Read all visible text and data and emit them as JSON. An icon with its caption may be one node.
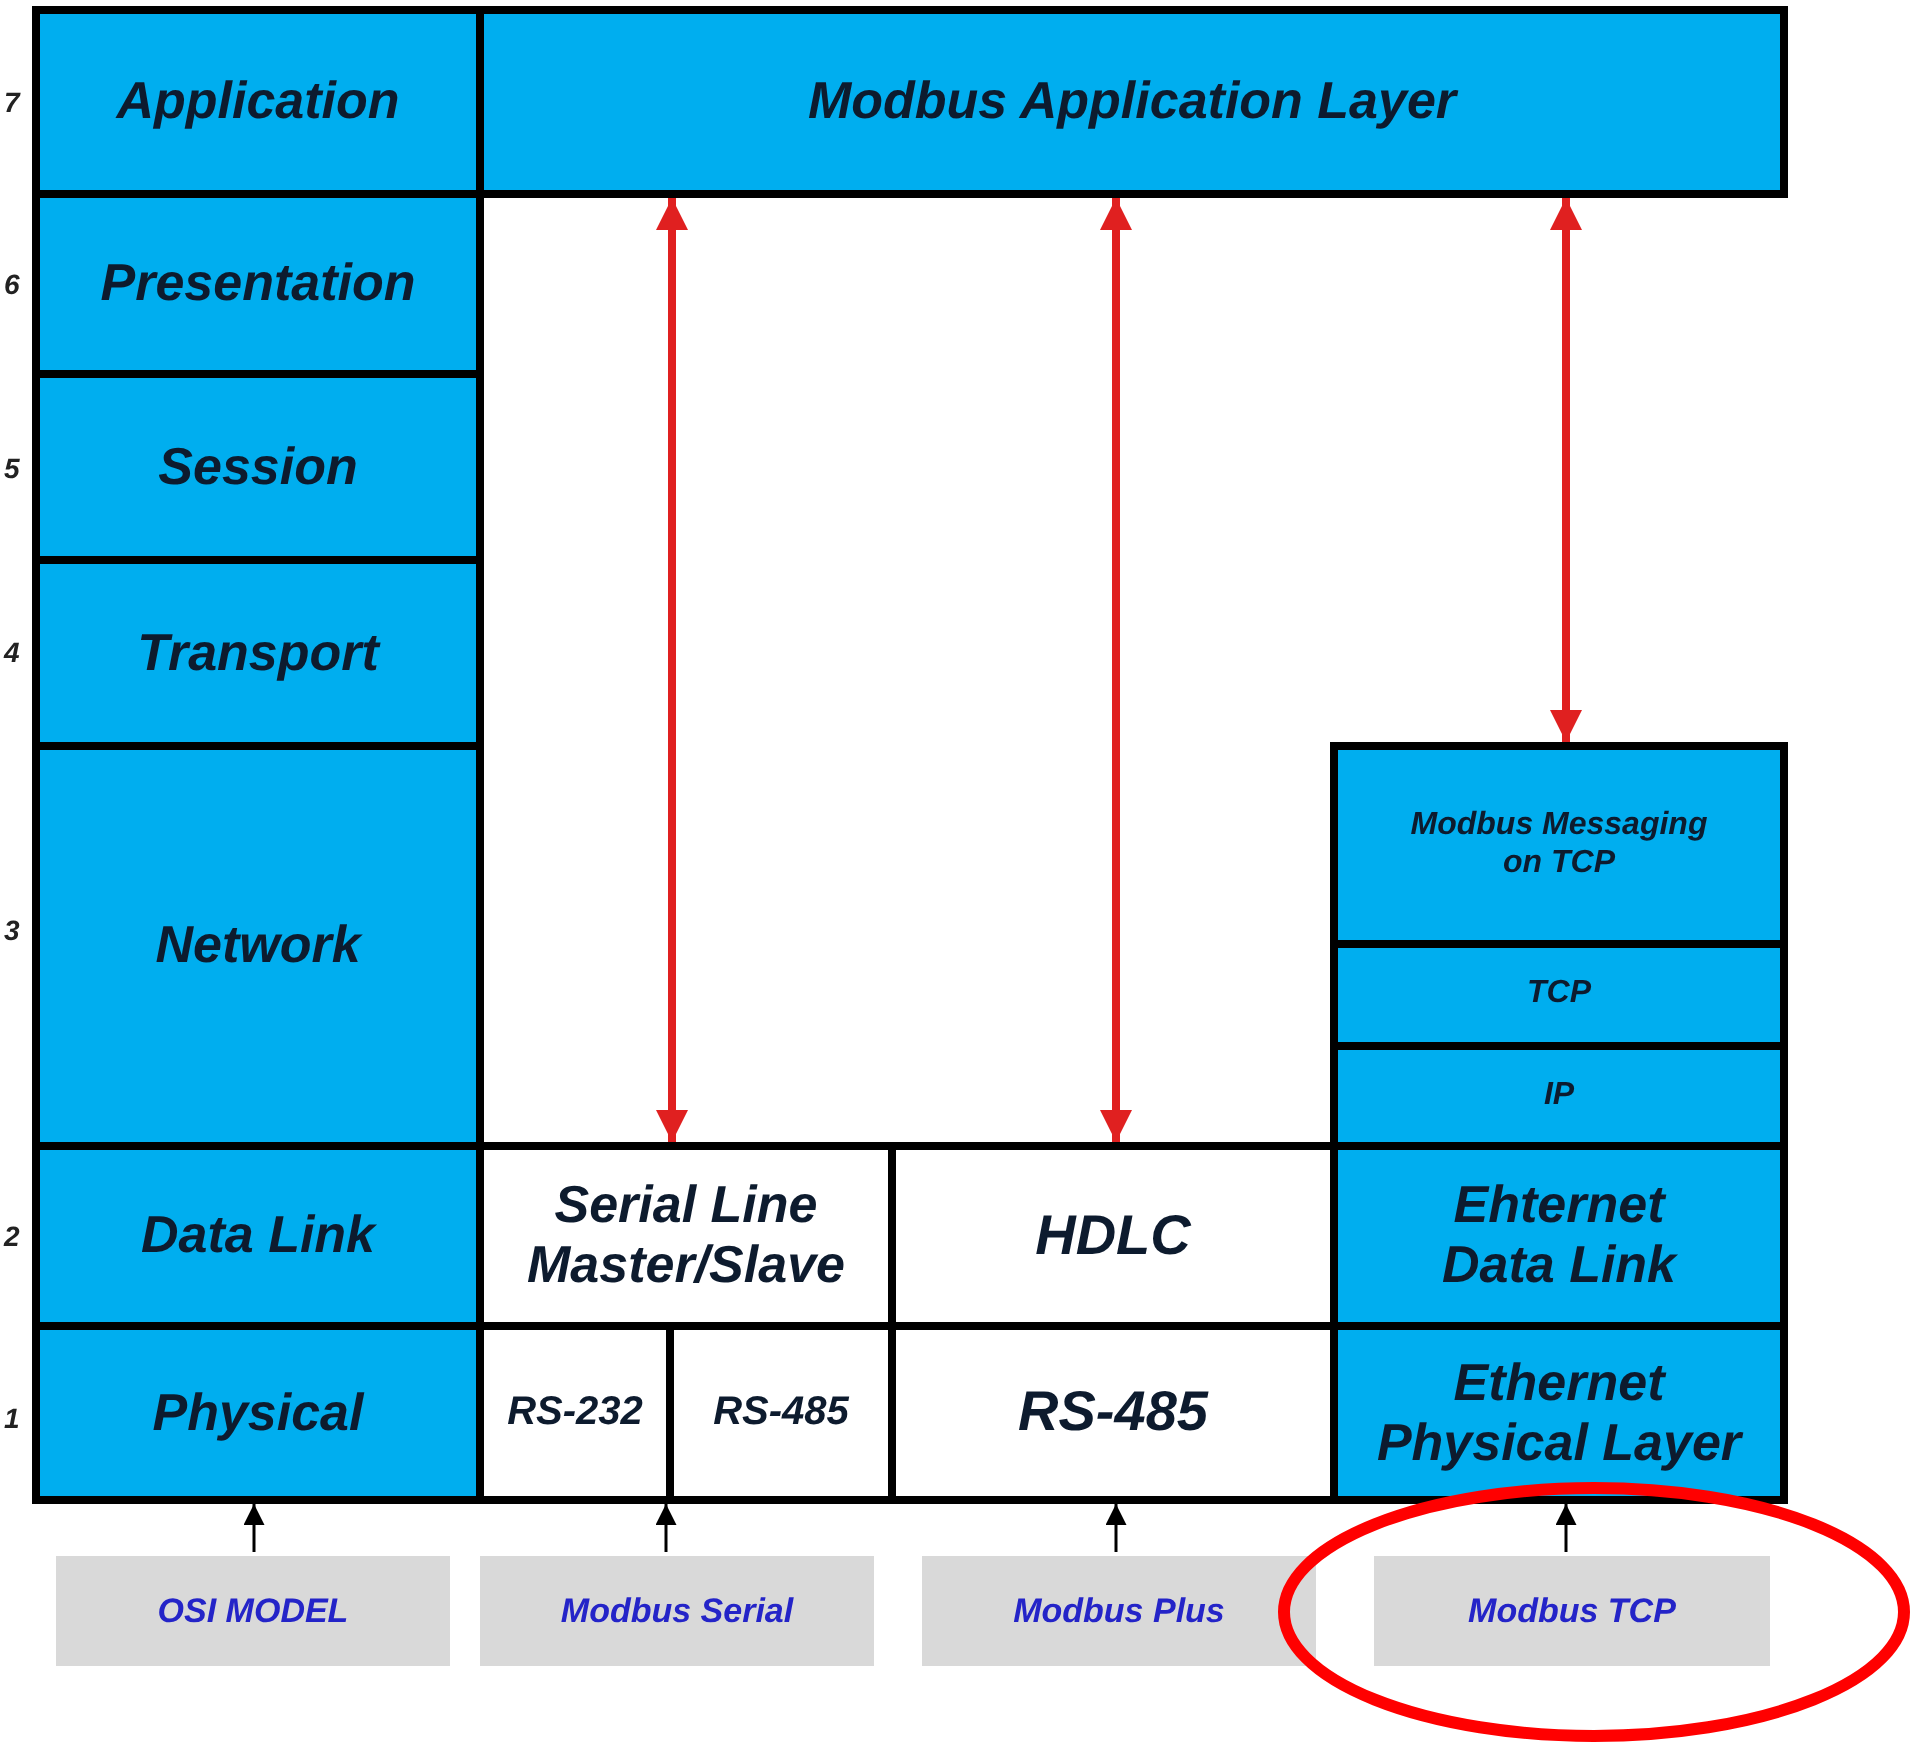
{
  "diagram": {
    "nodes": [
      {
        "text": [
          "Application"
        ]
      },
      {
        "text": [
          "Presentation"
        ]
      },
      {
        "text": [
          "Session"
        ]
      },
      {
        "text": [
          "Transport"
        ]
      },
      {
        "text": [
          "Network"
        ]
      },
      {
        "text": [
          "Data Link"
        ]
      },
      {
        "text": [
          "Physical"
        ]
      },
      {
        "text": [
          "Modbus Application Layer"
        ]
      },
      {
        "text": [
          "Modbus Messaging on TCP"
        ]
      },
      {
        "text": [
          "TCP"
        ]
      },
      {
        "text": [
          "IP"
        ]
      },
      {
        "text": [
          "Ehternet Data Link"
        ]
      },
      {
        "text": [
          "Ethernet Physical Layer"
        ]
      },
      {
        "text": [
          "Serial Line Master/Slave"
        ]
      },
      {
        "text": [
          "RS-232"
        ]
      },
      {
        "text": [
          "RS-485"
        ]
      },
      {
        "text": [
          "HDLC"
        ]
      },
      {
        "text": [
          "RS-485"
        ]
      },
      {
        "text": [
          "OSI MODEL"
        ]
      },
      {
        "text": [
          "Modbus Serial"
        ]
      },
      {
        "text": [
          "Modbus Plus"
        ]
      },
      {
        "text": [
          "Modbus TCP"
        ]
      }
    ],
    "edges": [
      {
        "from": 7,
        "to": 13,
        "arrow": "both",
        "style": "thick",
        "color": "#e02020"
      },
      {
        "from": 7,
        "to": 16,
        "arrow": "both",
        "style": "thick",
        "color": "#e02020"
      },
      {
        "from": 7,
        "to": 8,
        "arrow": "both",
        "style": "thick",
        "color": "#e02020"
      },
      {
        "from": 18,
        "to": 6,
        "arrow": "to"
      },
      {
        "from": 19,
        "to": 14,
        "arrow": "to"
      },
      {
        "from": 20,
        "to": 17,
        "arrow": "to"
      },
      {
        "from": 21,
        "to": 12,
        "arrow": "to"
      }
    ],
    "labels": [
      "7",
      "6",
      "5",
      "4",
      "3",
      "2",
      "1"
    ]
  }
}
